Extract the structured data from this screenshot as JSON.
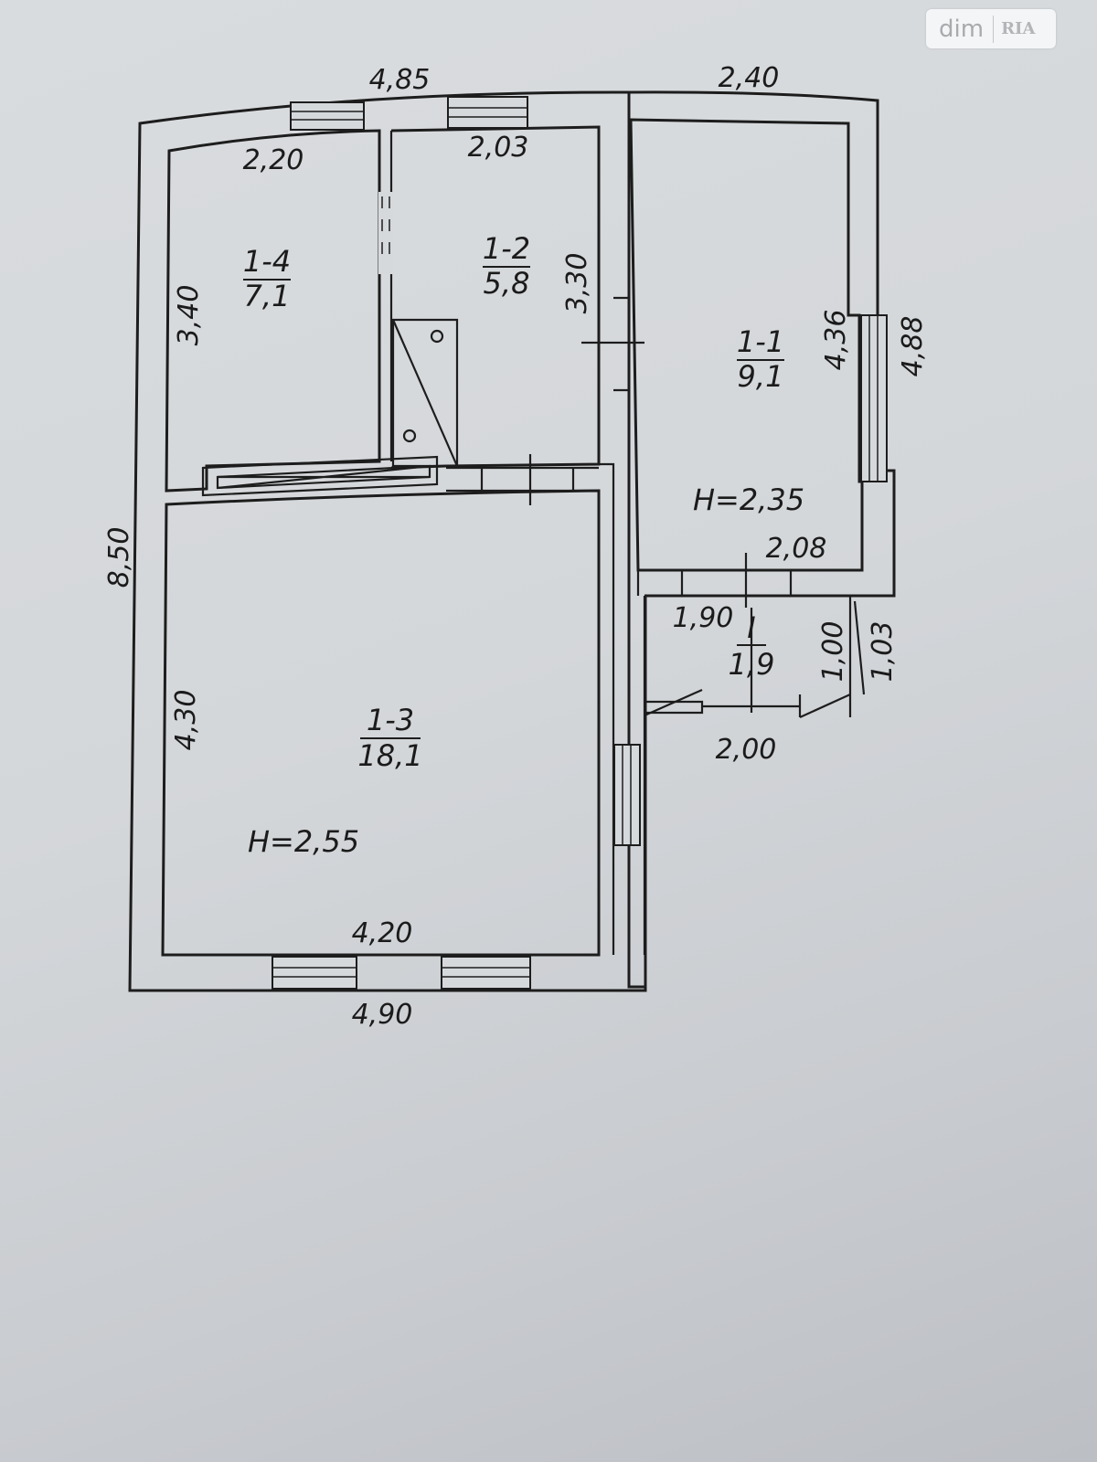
{
  "watermark": {
    "brand": "dim",
    "partner": "RIA"
  },
  "rooms": [
    {
      "id": "1-4",
      "area": "7,1"
    },
    {
      "id": "1-2",
      "area": "5,8"
    },
    {
      "id": "1-1",
      "area": "9,1"
    },
    {
      "id": "1-3",
      "area": "18,1"
    },
    {
      "id": "I",
      "area": "1,9"
    }
  ],
  "heights": {
    "room_1_1": "H=2,35",
    "room_1_3": "H=2,55"
  },
  "dimensions": {
    "top_left_outer": "4,85",
    "top_right_outer": "2,40",
    "room_1_4_width": "2,20",
    "room_1_2_width": "2,03",
    "room_1_4_height": "3,40",
    "room_1_2_height": "3,30",
    "room_1_1_height": "4,36",
    "right_outer": "4,88",
    "left_outer": "8,50",
    "room_1_1_width": "2,08",
    "vestibule_width": "1,90",
    "vestibule_height_a": "1,00",
    "vestibule_height_b": "1,03",
    "vestibule_outer": "2,00",
    "room_1_3_height": "4,30",
    "room_1_3_width": "4,20",
    "bottom_outer": "4,90"
  }
}
